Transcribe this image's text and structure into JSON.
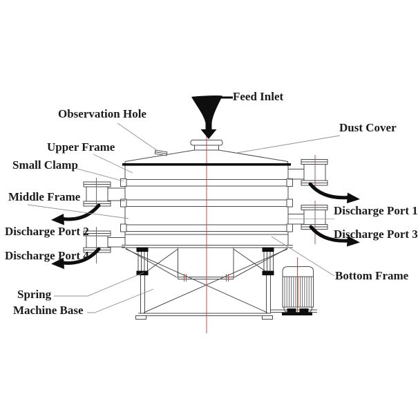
{
  "diagram_type": "vibrating-sieve-machine-part-diagram",
  "colors": {
    "background": "#ffffff",
    "drawing_line": "#4a4a4a",
    "leader_line": "#8f8f8f",
    "solid_ink": "#0e0e0e",
    "centerline_red": "#a4554f",
    "label_text": "#1b1b1b"
  },
  "labels": {
    "feed_inlet": "Feed Inlet",
    "observation_hole": "Observation Hole",
    "dust_cover": "Dust Cover",
    "upper_frame": "Upper Frame",
    "small_clamp": "Small Clamp",
    "middle_frame": "Middle Frame",
    "discharge_port_1": "Discharge Port 1",
    "discharge_port_2": "Discharge Port 2",
    "discharge_port_3": "Discharge Port 3",
    "discharge_port_4": "Discharge Port 4",
    "bottom_frame": "Bottom Frame",
    "spring": "Spring",
    "machine_base": "Machine Base"
  }
}
